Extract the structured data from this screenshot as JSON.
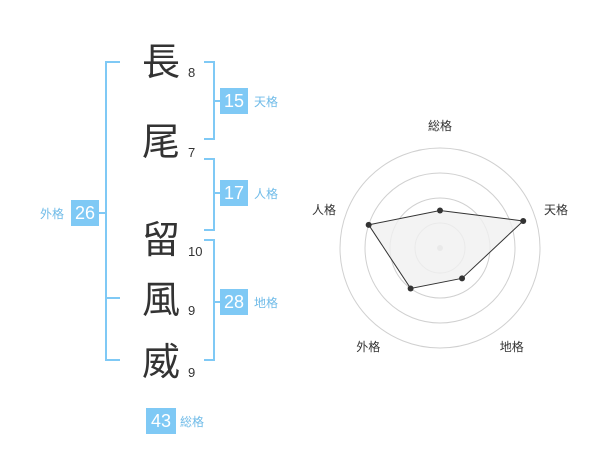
{
  "name": {
    "characters": [
      {
        "char": "長",
        "strokes": "8"
      },
      {
        "char": "尾",
        "strokes": "7"
      },
      {
        "char": "留",
        "strokes": "10"
      },
      {
        "char": "風",
        "strokes": "9"
      },
      {
        "char": "威",
        "strokes": "9"
      }
    ]
  },
  "kakusu": {
    "tenkaku": {
      "value": "15",
      "label": "天格"
    },
    "jinkaku": {
      "value": "17",
      "label": "人格"
    },
    "chikaku": {
      "value": "28",
      "label": "地格"
    },
    "gaikaku": {
      "value": "26",
      "label": "外格"
    },
    "soukaku": {
      "value": "43",
      "label": "総格"
    }
  },
  "chart_data": {
    "type": "radar",
    "axes": [
      "総格",
      "天格",
      "地格",
      "外格",
      "人格"
    ],
    "levels": 4,
    "values": [
      1.5,
      3.5,
      1.5,
      2.0,
      3.0
    ],
    "max": 4,
    "colors": {
      "fill": "#f0f0f0",
      "line": "#333333",
      "grid": "#d0d0d0",
      "accent": "#7fc9f5"
    }
  }
}
